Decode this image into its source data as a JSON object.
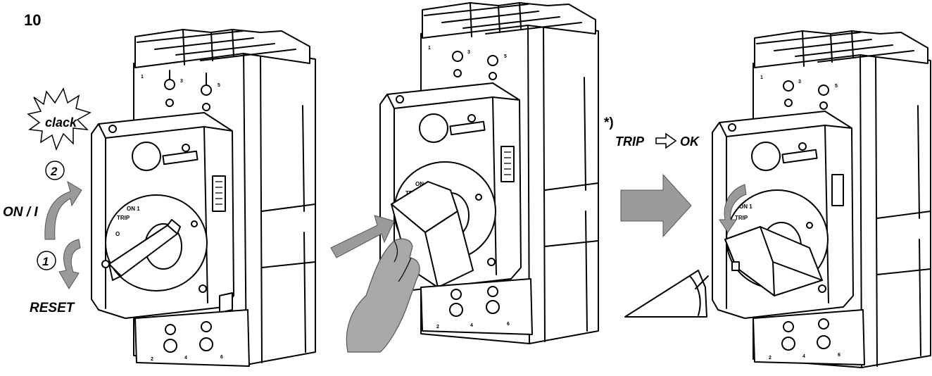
{
  "figure_number": "10",
  "step1": {
    "marker": "1",
    "label": "RESET"
  },
  "step2": {
    "marker": "2",
    "label": "ON / I"
  },
  "sound": "clack",
  "note": {
    "marker": "*)",
    "from": "TRIP",
    "to": "OK"
  },
  "dial": {
    "on": "ON 1",
    "trip": "TRIP",
    "off": "O"
  },
  "terminals_top": [
    "1",
    "3",
    "5"
  ],
  "terminals_bottom": [
    "2",
    "4",
    "6"
  ],
  "colors": {
    "arrow_grey": "#9a9a9a",
    "hand_grey": "#a8a8a8",
    "line": "#000000"
  }
}
